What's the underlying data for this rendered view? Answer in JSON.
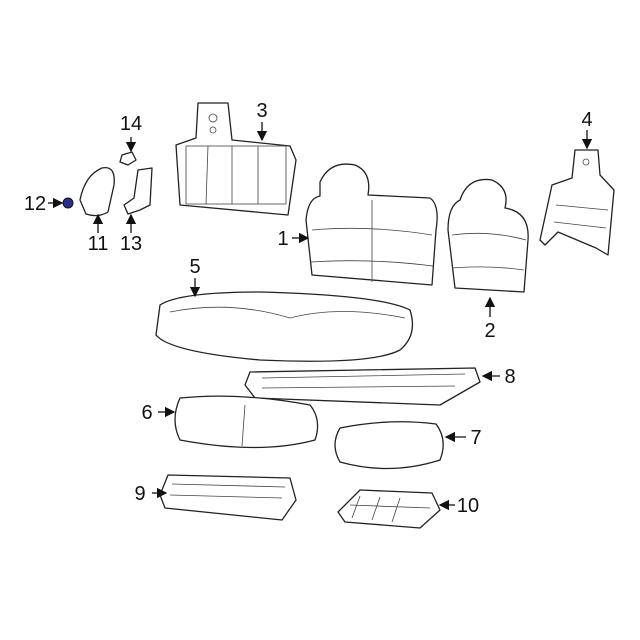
{
  "diagram": {
    "title": "Seat assembly parts diagram",
    "callouts": [
      "1",
      "2",
      "3",
      "4",
      "5",
      "6",
      "7",
      "8",
      "9",
      "10",
      "11",
      "12",
      "13",
      "14"
    ],
    "colors": {
      "line": "#222222",
      "fastener": "#2a2f8a",
      "background": "#ffffff"
    }
  }
}
